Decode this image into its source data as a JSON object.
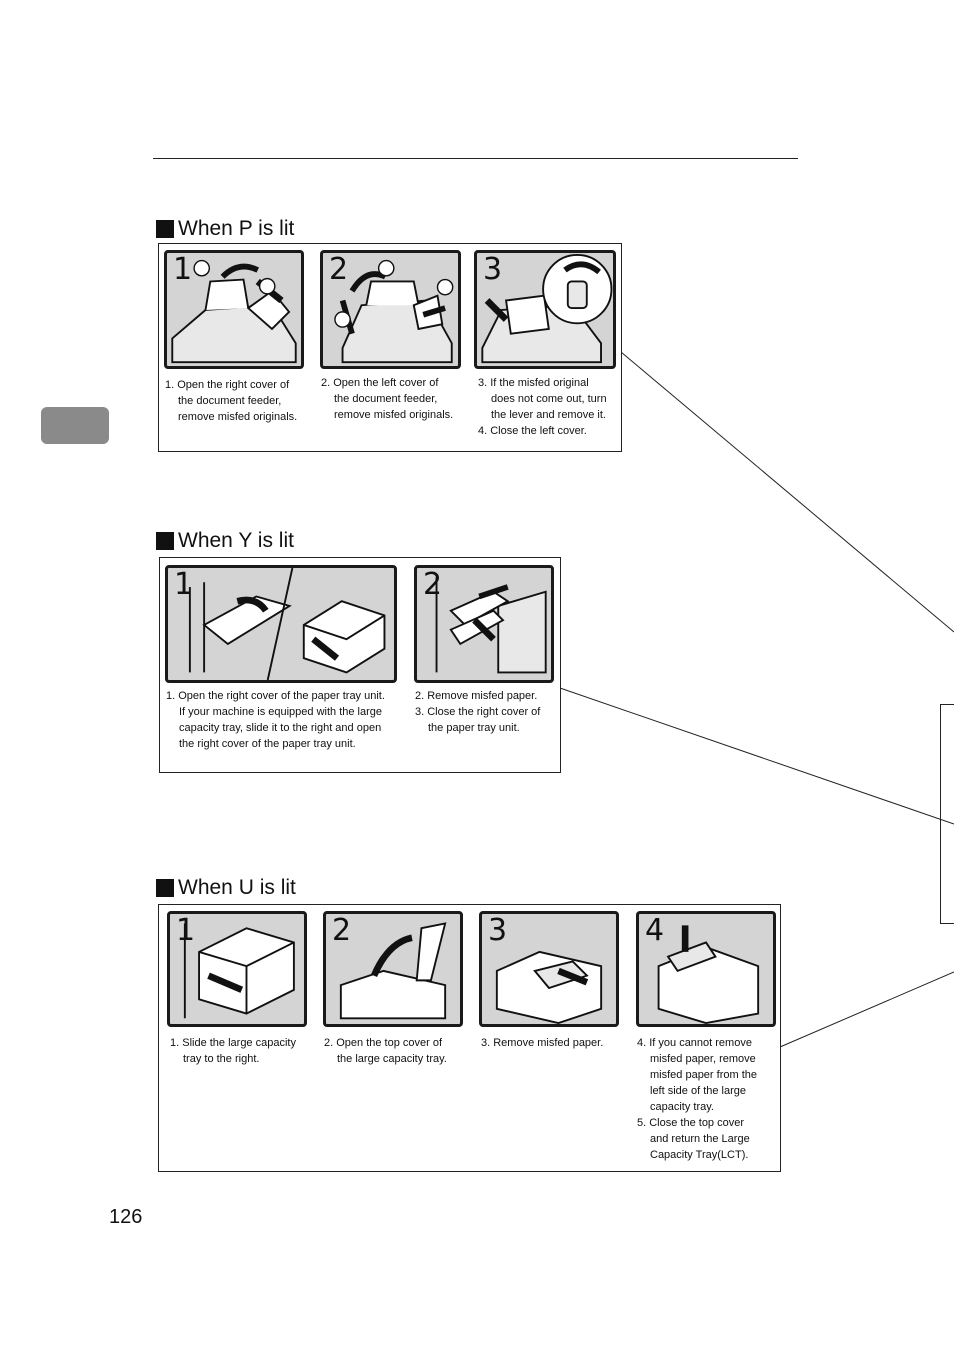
{
  "page_number": "126",
  "sections": [
    {
      "heading": "When P is lit",
      "panels": [
        "1",
        "2",
        "3"
      ],
      "steps": [
        {
          "lines": [
            "1. Open the right cover of",
            "the document feeder,",
            "remove misfed originals."
          ]
        },
        {
          "lines": [
            "2. Open the left cover of",
            "the document feeder,",
            "remove misfed originals."
          ]
        },
        {
          "lines": [
            "3. If the misfed original",
            "does not come out, turn",
            "the lever and remove it.",
            "4. Close the left cover."
          ]
        }
      ]
    },
    {
      "heading": "When Y is lit",
      "panels": [
        "1",
        "2"
      ],
      "steps": [
        {
          "lines": [
            "1. Open the right cover of the paper tray unit.",
            "If your machine is equipped with the large",
            "capacity tray, slide it to the right and open",
            "the right cover of the paper tray unit."
          ]
        },
        {
          "lines": [
            "2. Remove misfed paper.",
            "3. Close the right cover of",
            "the paper tray unit."
          ]
        }
      ]
    },
    {
      "heading": "When U is lit",
      "panels": [
        "1",
        "2",
        "3",
        "4"
      ],
      "steps": [
        {
          "lines": [
            "1. Slide the large capacity",
            "tray to the right."
          ]
        },
        {
          "lines": [
            "2. Open the top cover of",
            "the large capacity tray."
          ]
        },
        {
          "lines": [
            "3. Remove misfed paper."
          ]
        },
        {
          "lines": [
            "4. If you cannot remove",
            "misfed paper, remove",
            "misfed paper from the",
            "left side of the large",
            "capacity tray.",
            "5. Close the top cover",
            "and return the Large",
            "Capacity Tray(LCT)."
          ]
        }
      ]
    }
  ],
  "colors": {
    "tab_marker": "#8a8a8a",
    "panel_bg": "#d4d4d4",
    "ink": "#111111"
  }
}
